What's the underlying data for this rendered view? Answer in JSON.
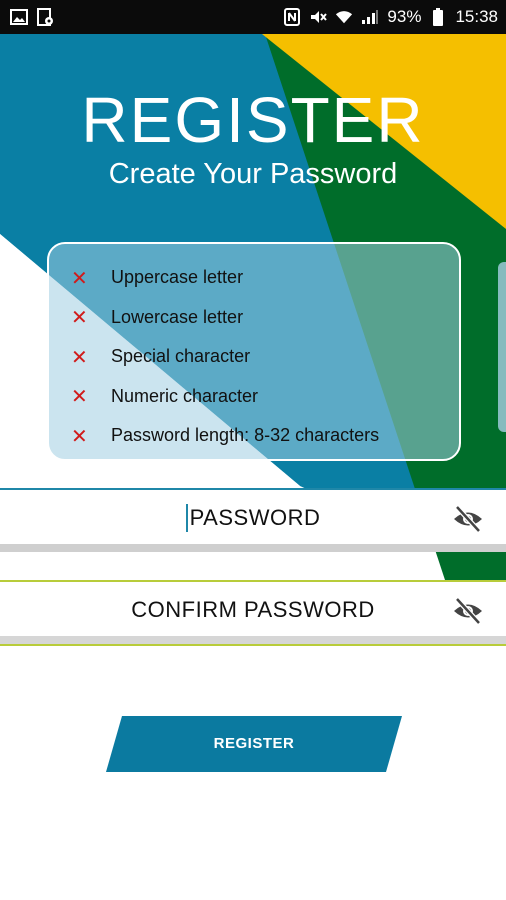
{
  "status_bar": {
    "left_icons": [
      "image-icon",
      "settings-sim-icon"
    ],
    "right_icons": [
      "nfc-icon",
      "mute-icon",
      "wifi-icon",
      "signal-icon",
      "battery-icon"
    ],
    "battery": "93%",
    "time": "15:38"
  },
  "header": {
    "title": "REGISTER",
    "subtitle": "Create Your Password"
  },
  "requirements": {
    "items": [
      {
        "label": "Uppercase letter",
        "status_icon": "x-icon"
      },
      {
        "label": "Lowercase letter",
        "status_icon": "x-icon"
      },
      {
        "label": "Special character",
        "status_icon": "x-icon"
      },
      {
        "label": "Numeric character",
        "status_icon": "x-icon"
      },
      {
        "label": "Password length: 8-32 characters",
        "status_icon": "x-icon"
      }
    ]
  },
  "form": {
    "password_placeholder": "PASSWORD",
    "confirm_placeholder": "CONFIRM PASSWORD",
    "toggle_icon": "eye-off-icon"
  },
  "actions": {
    "register_label": "REGISTER"
  },
  "colors": {
    "blue": "#0a7fa4",
    "green": "#006d2a",
    "yellow": "#f5bf00",
    "button": "#0b7aa0",
    "error": "#d01b1b"
  }
}
